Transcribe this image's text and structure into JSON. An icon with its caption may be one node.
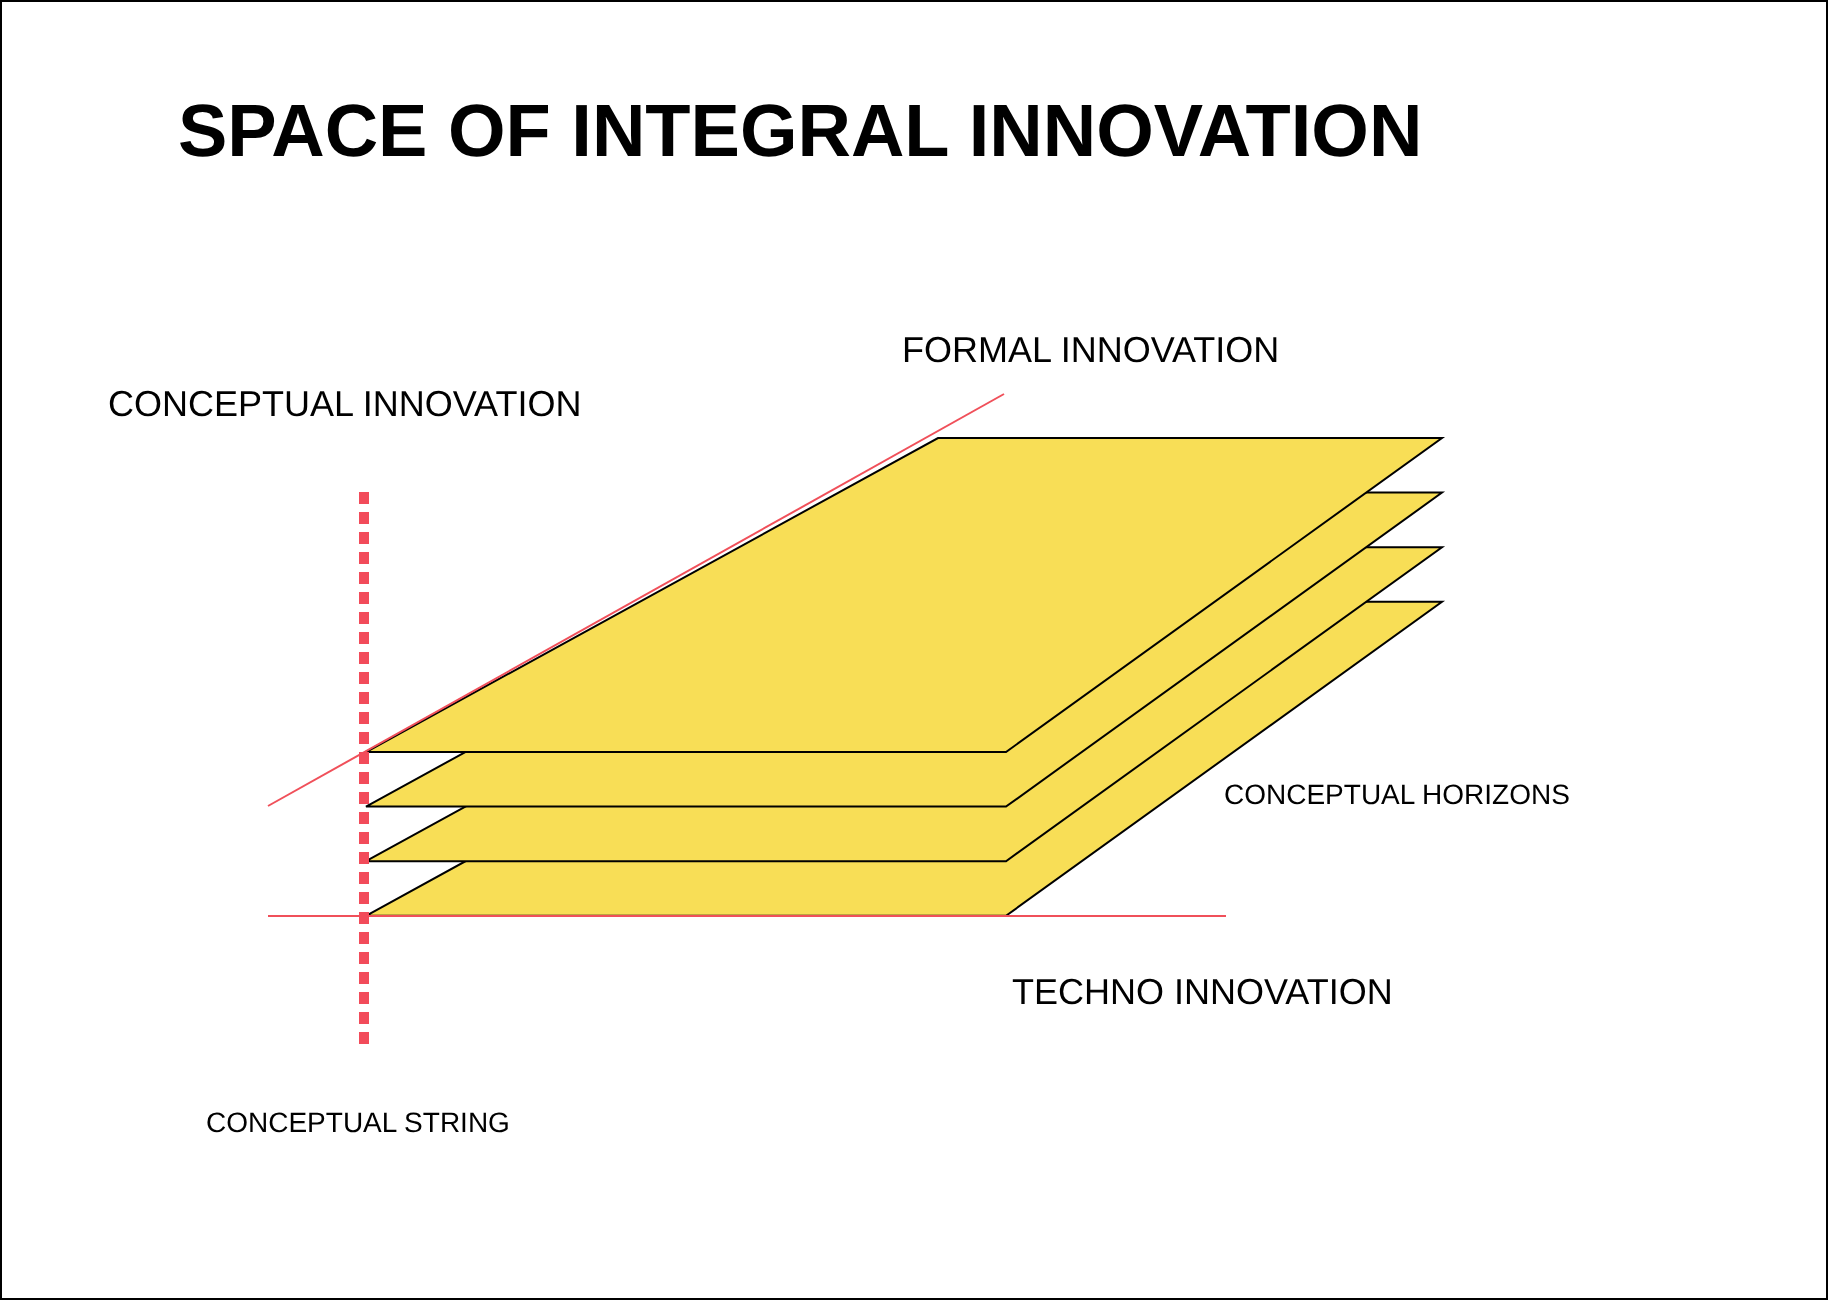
{
  "diagram": {
    "title": "SPACE OF INTEGRAL INNOVATION",
    "labels": [
      "FORMAL INNOVATION",
      "CONCEPTUAL INNOVATION",
      "CONCEPTUAL HORIZONS",
      "TECHNO INNOVATION",
      "CONCEPTUAL STRING"
    ]
  }
}
